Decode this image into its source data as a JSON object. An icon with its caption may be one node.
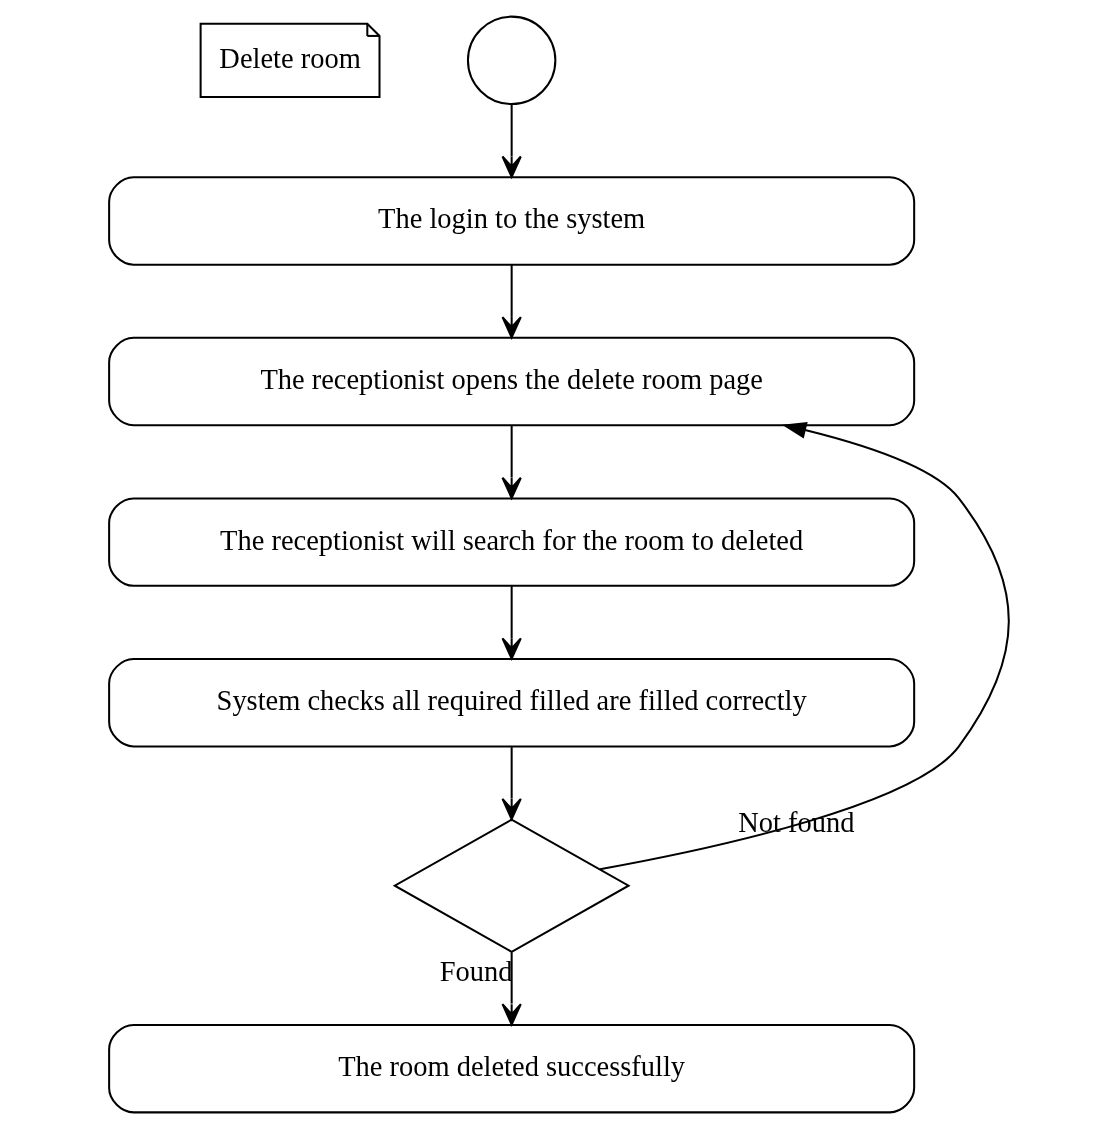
{
  "diagram": {
    "nodes": [
      {
        "text": [
          "Delete room"
        ]
      },
      {
        "text": [],
        "shape": "circle"
      },
      {
        "text": [
          "The login to the system"
        ]
      },
      {
        "text": [
          "The receptionist opens the delete room page"
        ]
      },
      {
        "text": [
          "The receptionist will search for the room to deleted"
        ]
      },
      {
        "text": [
          "System checks all required filled are filled correctly"
        ]
      },
      {
        "text": [],
        "shape": "diamond"
      },
      {
        "text": [
          "The room deleted successfully"
        ]
      }
    ],
    "edges": [
      {
        "from": 1,
        "to": 2,
        "arrow": "to"
      },
      {
        "from": 2,
        "to": 3,
        "arrow": "to"
      },
      {
        "from": 3,
        "to": 4,
        "arrow": "to"
      },
      {
        "from": 4,
        "to": 5,
        "arrow": "to"
      },
      {
        "from": 5,
        "to": 6,
        "arrow": "to"
      },
      {
        "from": 6,
        "to": 3,
        "arrow": "to",
        "label": "Not found"
      },
      {
        "from": 6,
        "to": 7,
        "arrow": "to",
        "label": "Found"
      }
    ]
  }
}
